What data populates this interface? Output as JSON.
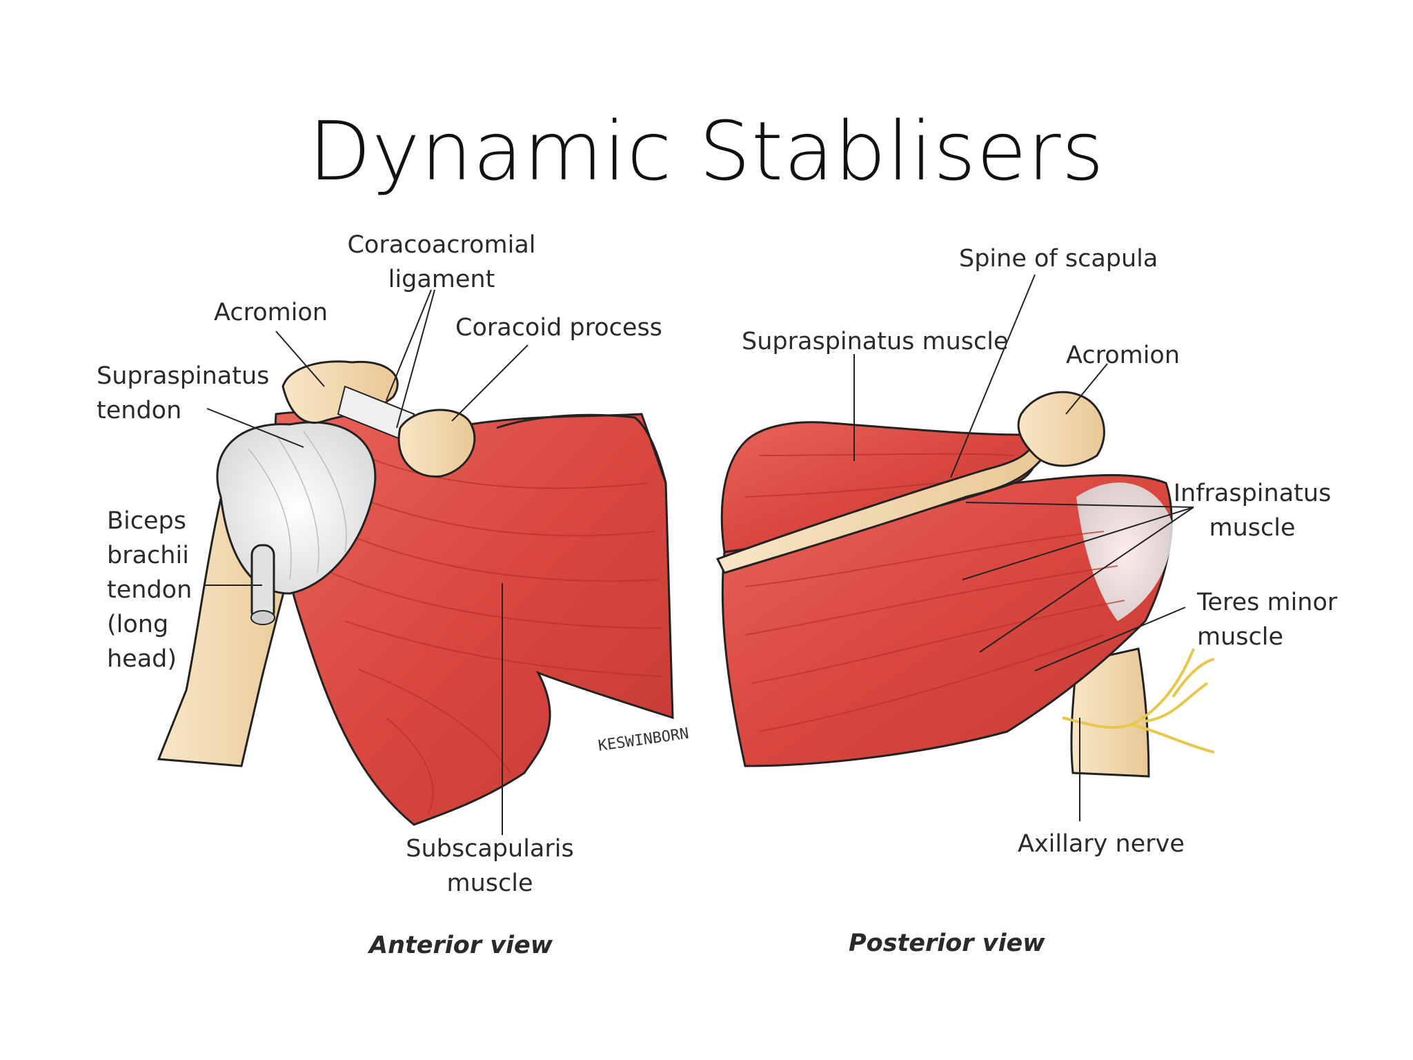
{
  "title": "Dynamic Stablisers",
  "labels": {
    "coracoacromial_ligament": [
      "Coracoacromial",
      "ligament"
    ],
    "acromion_anterior": "Acromion",
    "coracoid_process": "Coracoid process",
    "supraspinatus_tendon": [
      "Supraspinatus",
      "tendon"
    ],
    "biceps_tendon": [
      "Biceps",
      "brachii",
      "tendon",
      "(long",
      "head)"
    ],
    "subscapularis": [
      "Subscapularis",
      "muscle"
    ],
    "spine_of_scapula": "Spine of scapula",
    "supraspinatus_muscle": "Supraspinatus muscle",
    "acromion_posterior": "Acromion",
    "infraspinatus": [
      "Infraspinatus",
      "muscle"
    ],
    "teres_minor": [
      "Teres minor",
      "muscle"
    ],
    "axillary_nerve": "Axillary nerve"
  },
  "views": {
    "anterior": "Anterior view",
    "posterior": "Posterior view"
  },
  "signature": "KESWINBORN",
  "colors": {
    "muscle": "#d9473f",
    "muscle_dark": "#b8302c",
    "bone": "#f3dcb5",
    "tendon": "#e6e6e6",
    "nerve": "#e8c84a",
    "outline": "#222222"
  }
}
